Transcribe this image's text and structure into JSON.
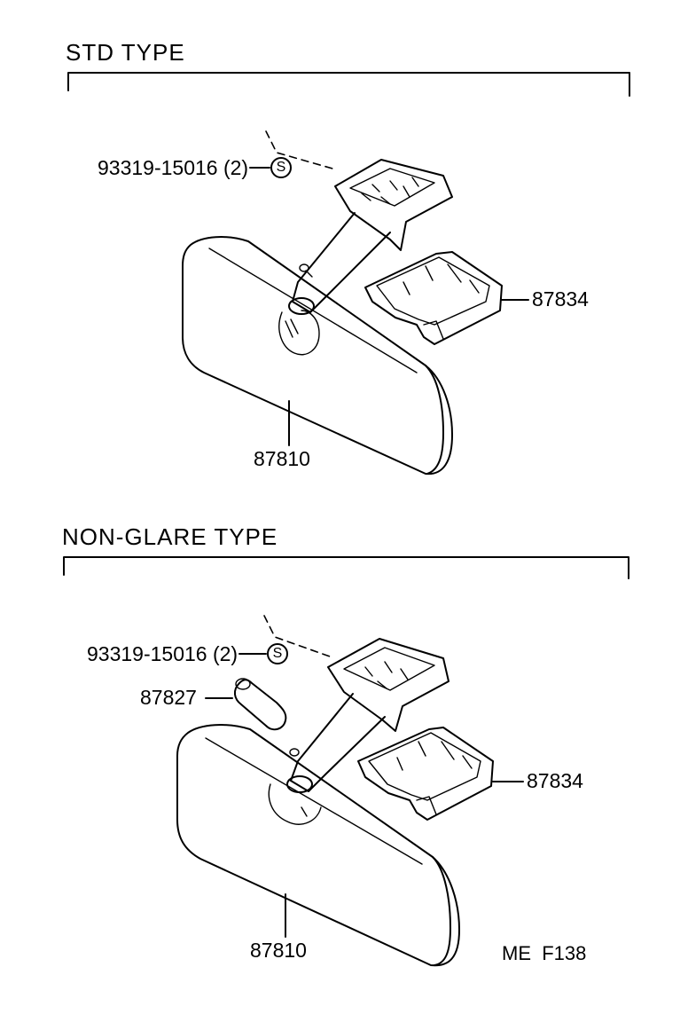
{
  "sections": {
    "std": {
      "title": "STD TYPE",
      "fastener_part": "93319-15016 (2)",
      "fastener_symbol": "S",
      "cover_part": "87834",
      "mirror_part": "87810"
    },
    "nonglare": {
      "title": "NON-GLARE TYPE",
      "fastener_part": "93319-15016 (2)",
      "fastener_symbol": "S",
      "knob_part": "87827",
      "cover_part": "87834",
      "mirror_part": "87810"
    }
  },
  "reference_code": "ME  F138"
}
